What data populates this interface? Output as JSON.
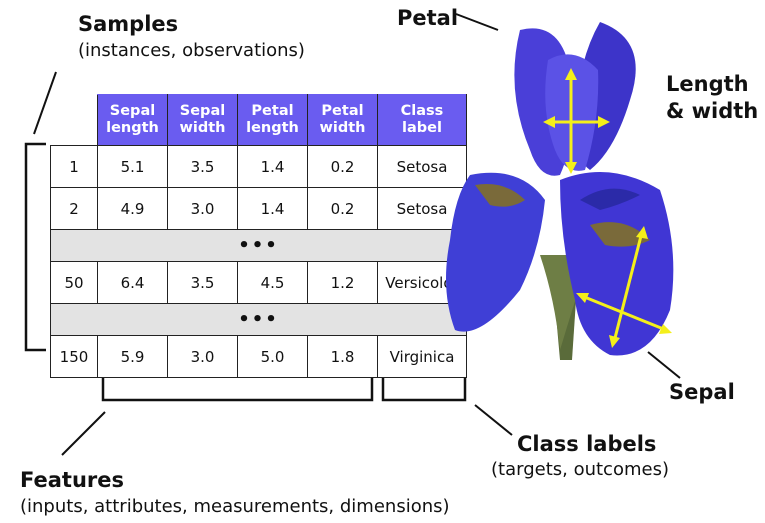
{
  "samples": {
    "title": "Samples",
    "subtitle": "(instances, observations)"
  },
  "features": {
    "title": "Features",
    "subtitle": "(inputs, attributes, measurements, dimensions)"
  },
  "class_labels": {
    "title": "Class labels",
    "subtitle": "(targets, outcomes)"
  },
  "flower_labels": {
    "petal": "Petal",
    "length_width_1": "Length",
    "length_width_2": "& width",
    "sepal": "Sepal"
  },
  "table": {
    "headers": [
      {
        "l1": "Sepal",
        "l2": "length"
      },
      {
        "l1": "Sepal",
        "l2": "width"
      },
      {
        "l1": "Petal",
        "l2": "length"
      },
      {
        "l1": "Petal",
        "l2": "width"
      },
      {
        "l1": "Class",
        "l2": "label"
      }
    ],
    "rows": [
      [
        "1",
        "5.1",
        "3.5",
        "1.4",
        "0.2",
        "Setosa"
      ],
      [
        "2",
        "4.9",
        "3.0",
        "1.4",
        "0.2",
        "Setosa"
      ],
      [
        "50",
        "6.4",
        "3.5",
        "4.5",
        "1.2",
        "Versicolor"
      ],
      [
        "150",
        "5.9",
        "3.0",
        "5.0",
        "1.8",
        "Virginica"
      ]
    ],
    "ellipsis": "•••"
  },
  "colors": {
    "header_bg": "#6a5cf0",
    "ellipsis_bg": "#e3e3e3",
    "flower_blue": "#3f3fd6",
    "arrow_yellow": "#f4ef1a"
  }
}
